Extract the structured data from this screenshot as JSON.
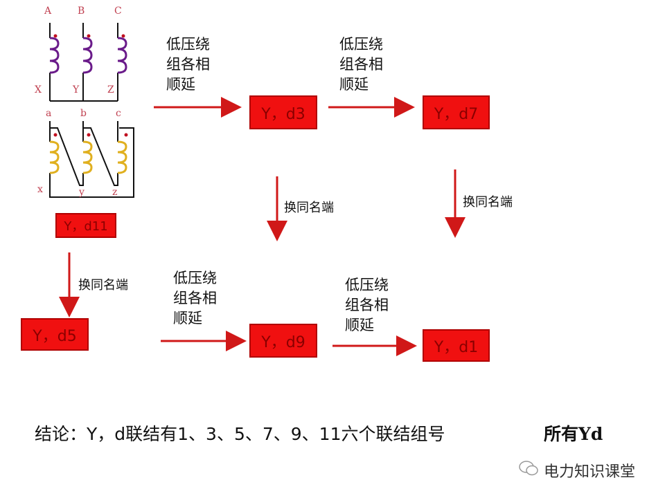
{
  "circuit": {
    "hv_top": [
      "A",
      "B",
      "C"
    ],
    "hv_bottom": [
      "X",
      "Y",
      "Z"
    ],
    "lv_top": [
      "a",
      "b",
      "c"
    ],
    "lv_bottom": [
      "x",
      "y",
      "z"
    ]
  },
  "boxes": {
    "d11": "Y，d11",
    "d3": "Y，d3",
    "d7": "Y，d7",
    "d5": "Y，d5",
    "d9": "Y，d9",
    "d1": "Y，d1"
  },
  "labels": {
    "shift": "低压绕\n组各相\n顺延",
    "swap": "换同名端"
  },
  "conclusion": "结论：Y，d联结有1、3、5、7、9、11六个联结组号",
  "conclusion_tag": "所有Yd",
  "watermark": "电力知识课堂",
  "colors": {
    "box": "#f01010",
    "arrow": "#d01818",
    "hv_coil": "#6a1b8a",
    "lv_coil": "#e0b020"
  }
}
